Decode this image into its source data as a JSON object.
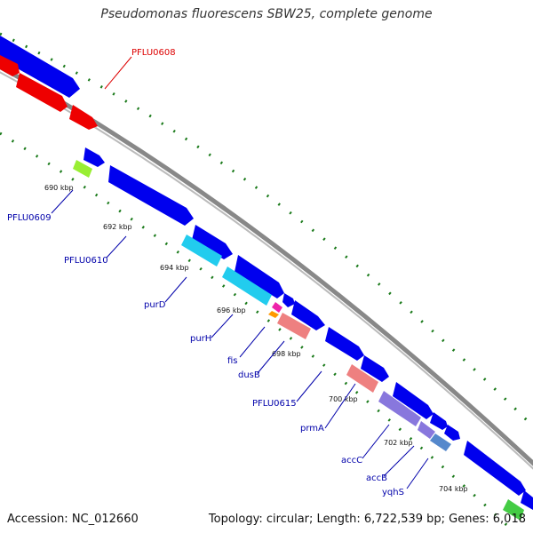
{
  "title": "Pseudomonas fluorescens SBW25, complete genome",
  "footer": {
    "accession": "Accession: NC_012660",
    "summary": "Topology: circular; Length: 6,722,539 bp; Genes: 6,018"
  },
  "scale_labels": [
    "690 kbp",
    "692 kbp",
    "694 kbp",
    "696 kbp",
    "698 kbp",
    "700 kbp",
    "702 kbp",
    "704 kbp"
  ],
  "gene_labels": [
    {
      "text": "PFLU0608",
      "color": "#dd0000"
    },
    {
      "text": "PFLU0609",
      "color": "#0000aa"
    },
    {
      "text": "PFLU0610",
      "color": "#0000aa"
    },
    {
      "text": "purD",
      "color": "#0000aa"
    },
    {
      "text": "purH",
      "color": "#0000aa"
    },
    {
      "text": "fis",
      "color": "#0000aa"
    },
    {
      "text": "dusB",
      "color": "#0000aa"
    },
    {
      "text": "PFLU0615",
      "color": "#0000aa"
    },
    {
      "text": "prmA",
      "color": "#0000aa"
    },
    {
      "text": "accC",
      "color": "#0000aa"
    },
    {
      "text": "accB",
      "color": "#0000aa"
    },
    {
      "text": "yqhS",
      "color": "#0000aa"
    }
  ]
}
